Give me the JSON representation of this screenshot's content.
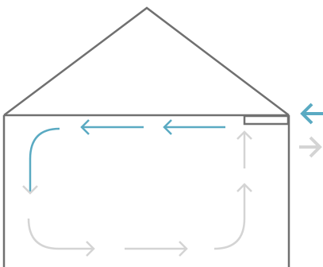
{
  "diagram": {
    "subject": "house-airflow",
    "colors": {
      "outline": "#707070",
      "cool_air": "#5aaac2",
      "neutral_air": "#d4d4d4",
      "background": "#ffffff"
    },
    "components": [
      {
        "id": "roof",
        "kind": "gable-roof"
      },
      {
        "id": "wall-left",
        "kind": "wall"
      },
      {
        "id": "wall-right",
        "kind": "wall"
      },
      {
        "id": "ceiling",
        "kind": "ceiling-line"
      },
      {
        "id": "vent",
        "kind": "wall-vent"
      }
    ],
    "flows": [
      {
        "id": "inflow-arrow",
        "color_role": "cool_air",
        "direction": "left",
        "location": "outside-right-upper"
      },
      {
        "id": "outflow-arrow",
        "color_role": "neutral_air",
        "direction": "right",
        "location": "outside-right-lower"
      },
      {
        "id": "ceiling-arrow-right",
        "color_role": "cool_air",
        "direction": "left"
      },
      {
        "id": "ceiling-arrow-left",
        "color_role": "cool_air",
        "direction": "left"
      },
      {
        "id": "corner-curve-down",
        "color_role": "cool_air",
        "direction": "down"
      },
      {
        "id": "floor-arrow-left",
        "color_role": "neutral_air",
        "direction": "right"
      },
      {
        "id": "floor-arrow-right",
        "color_role": "neutral_air",
        "direction": "right"
      },
      {
        "id": "rise-arrow-lower",
        "color_role": "neutral_air",
        "direction": "up"
      },
      {
        "id": "rise-arrow-upper",
        "color_role": "neutral_air",
        "direction": "up"
      }
    ]
  }
}
